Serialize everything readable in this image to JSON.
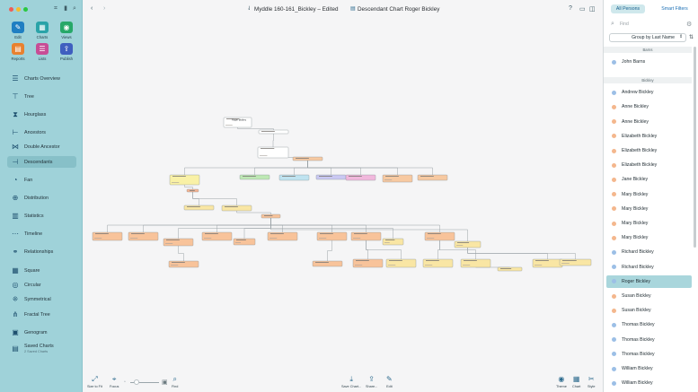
{
  "colors": {
    "sidebar_bg": "#9fd2d9",
    "accent": "#2d6b8e",
    "selected_row": "#a9d6dc",
    "male_dot": "#9cbfe6",
    "female_dot": "#f4b78d"
  },
  "sidebar": {
    "top_icons": [
      "tag-icon",
      "bookmark-icon",
      "search-icon"
    ],
    "tools": [
      {
        "label": "Edit",
        "icon": "pencil-icon",
        "color": "#1f7fc2"
      },
      {
        "label": "Charts",
        "icon": "charts-icon",
        "color": "#2aa3a8"
      },
      {
        "label": "Views",
        "icon": "eye-icon",
        "color": "#27a869"
      },
      {
        "label": "Reports",
        "icon": "reports-icon",
        "color": "#e8812f"
      },
      {
        "label": "Lists",
        "icon": "list-icon",
        "color": "#c74d95"
      },
      {
        "label": "Publish",
        "icon": "publish-icon",
        "color": "#3f5fbf"
      }
    ],
    "items": [
      {
        "label": "Charts Overview",
        "icon": "charts-overview-icon"
      },
      {
        "label": "Tree",
        "icon": "tree-icon"
      },
      {
        "label": "Hourglass",
        "icon": "hourglass-icon"
      },
      {
        "label": "Ancestors",
        "icon": "ancestors-icon"
      },
      {
        "label": "Double Ancestor",
        "icon": "double-ancestor-icon"
      },
      {
        "label": "Descendants",
        "icon": "descendants-icon",
        "active": true
      },
      {
        "label": "Fan",
        "icon": "fan-icon"
      },
      {
        "label": "Distribution",
        "icon": "distribution-icon"
      },
      {
        "label": "Statistics",
        "icon": "statistics-icon"
      },
      {
        "label": "Timeline",
        "icon": "timeline-icon"
      },
      {
        "label": "Relationships",
        "icon": "relationships-icon"
      },
      {
        "label": "Square",
        "icon": "square-icon"
      },
      {
        "label": "Circular",
        "icon": "circular-icon"
      },
      {
        "label": "Symmetrical",
        "icon": "symmetrical-icon"
      },
      {
        "label": "Fractal Tree",
        "icon": "fractal-tree-icon"
      },
      {
        "label": "Genogram",
        "icon": "genogram-icon"
      },
      {
        "label": "Saved Charts",
        "icon": "saved-charts-icon",
        "sub": "2 Saved Charts"
      }
    ]
  },
  "titlebar": {
    "document": "Myddle 160-161_Bickley – Edited",
    "chart_title": "Descendant Chart Roger  Bickley"
  },
  "chart": {
    "name_text": "Roger  Bickley",
    "nodes": [
      {
        "gen": 0,
        "color": "#ffffff"
      },
      {
        "gen": 1,
        "color": "#ffffff"
      },
      {
        "gen": 1,
        "color": "#ffffff"
      },
      {
        "gen": 2,
        "color": "#f7c9a1"
      },
      {
        "gen": 2,
        "color": "#f9f1a6"
      },
      {
        "gen": 2,
        "color": "#bde8b4"
      },
      {
        "gen": 2,
        "color": "#bfe3f0"
      },
      {
        "gen": 2,
        "color": "#c9c8f2"
      },
      {
        "gen": 2,
        "color": "#f1b8dc"
      },
      {
        "gen": 2,
        "color": "#f7c9a1"
      },
      {
        "gen": 3,
        "color": "#f7c9a1"
      },
      {
        "gen": 3,
        "color": "#f6b492"
      },
      {
        "gen": 3,
        "color": "#f9e6a4"
      },
      {
        "gen": 3,
        "color": "#f9e6a4"
      },
      {
        "gen": 4,
        "color": "#f8c39a"
      },
      {
        "gen": 4,
        "color": "#f8c39a"
      },
      {
        "gen": 4,
        "color": "#f8c39a"
      },
      {
        "gen": 4,
        "color": "#f8c39a"
      },
      {
        "gen": 4,
        "color": "#f8c39a"
      },
      {
        "gen": 4,
        "color": "#f8c39a"
      },
      {
        "gen": 4,
        "color": "#f8c39a"
      },
      {
        "gen": 4,
        "color": "#f8c39a"
      },
      {
        "gen": 4,
        "color": "#f8c39a"
      },
      {
        "gen": 4,
        "color": "#f9e6a4"
      },
      {
        "gen": 4,
        "color": "#f8c39a"
      },
      {
        "gen": 4,
        "color": "#f9e6a4"
      },
      {
        "gen": 4,
        "color": "#f8c39a"
      },
      {
        "gen": 5,
        "color": "#f8c39a"
      },
      {
        "gen": 5,
        "color": "#f8c39a"
      },
      {
        "gen": 5,
        "color": "#f9e6a4"
      },
      {
        "gen": 5,
        "color": "#f9e6a4"
      },
      {
        "gen": 5,
        "color": "#f9e6a4"
      },
      {
        "gen": 5,
        "color": "#f9e6a4"
      },
      {
        "gen": 5,
        "color": "#f9e6a4"
      },
      {
        "gen": 5,
        "color": "#f9e6a4"
      },
      {
        "gen": 5,
        "color": "#f9e6a4"
      },
      {
        "gen": 5,
        "color": "#f9e6a4"
      }
    ]
  },
  "bottombar": {
    "left": [
      {
        "label": "Size to Fit",
        "icon": "size-to-fit-icon"
      },
      {
        "label": "Focus",
        "icon": "focus-icon"
      }
    ],
    "find": {
      "label": "Find",
      "icon": "find-icon"
    },
    "center": [
      {
        "label": "Save Chart...",
        "icon": "save-chart-icon"
      },
      {
        "label": "Share...",
        "icon": "share-icon"
      },
      {
        "label": "Edit",
        "icon": "edit-icon"
      }
    ],
    "right": [
      {
        "label": "Theme",
        "icon": "theme-icon"
      },
      {
        "label": "Chart",
        "icon": "chart-icon"
      },
      {
        "label": "Style",
        "icon": "style-icon"
      }
    ]
  },
  "right_panel": {
    "tabs": [
      "All Persons",
      "Smart Filters"
    ],
    "find_placeholder": "Find",
    "group_by": "Group by Last Name",
    "sections": [
      {
        "title": "Barns",
        "persons": [
          {
            "name": "John  Barns",
            "sex": "m"
          }
        ]
      },
      {
        "title": "Bickley",
        "persons": [
          {
            "name": "Andrew Bickley",
            "sex": "m"
          },
          {
            "name": "Anne Bickley",
            "sex": "f"
          },
          {
            "name": "Anne Bickley",
            "sex": "f"
          },
          {
            "name": "Elizabeth Bickley",
            "sex": "f"
          },
          {
            "name": "Elizabeth Bickley",
            "sex": "f"
          },
          {
            "name": "Elizabeth Bickley",
            "sex": "f"
          },
          {
            "name": "Jane Bickley",
            "sex": "f"
          },
          {
            "name": "Mary Bickley",
            "sex": "f"
          },
          {
            "name": "Mary Bickley",
            "sex": "f"
          },
          {
            "name": "Mary Bickley",
            "sex": "f"
          },
          {
            "name": "Mary Bickley",
            "sex": "f"
          },
          {
            "name": "Richard Bickley",
            "sex": "m"
          },
          {
            "name": "Richard Bickley",
            "sex": "m"
          },
          {
            "name": "Roger  Bickley",
            "sex": "m",
            "selected": true
          },
          {
            "name": "Susan Bickley",
            "sex": "f"
          },
          {
            "name": "Susan Bickley",
            "sex": "f"
          },
          {
            "name": "Thomas Bickley",
            "sex": "m"
          },
          {
            "name": "Thomas Bickley",
            "sex": "m"
          },
          {
            "name": "Thomas Bickley",
            "sex": "m"
          },
          {
            "name": "William Bickley",
            "sex": "m"
          },
          {
            "name": "William Bickley",
            "sex": "m"
          }
        ]
      }
    ]
  }
}
